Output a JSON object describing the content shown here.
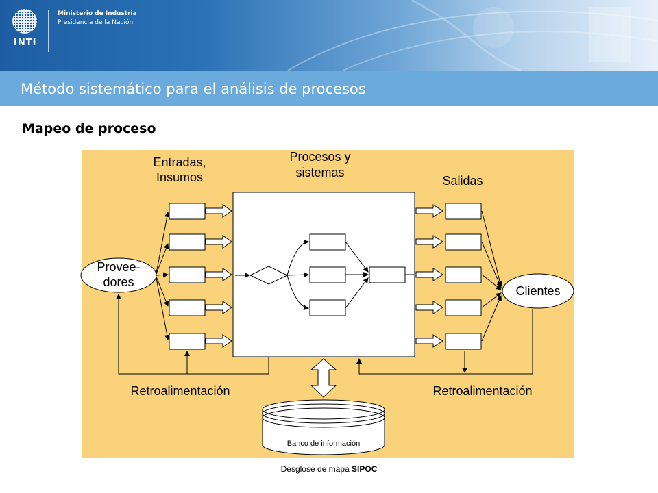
{
  "header": {
    "logo_text": "INTI",
    "org_line1": "Ministerio de Industria",
    "org_line2": "Presidencia de la Nación"
  },
  "page": {
    "title": "Método sistemático para el análisis de procesos",
    "subtitle": "Mapeo de proceso"
  },
  "diagram": {
    "entradas_line1": "Entradas,",
    "entradas_line2": "Insumos",
    "procesos_line1": "Procesos y",
    "procesos_line2": "sistemas",
    "salidas": "Salidas",
    "proveedores_line1": "Provee-",
    "proveedores_line2": "dores",
    "clientes": "Clientes",
    "retro_left": "Retroalimentación",
    "retro_right": "Retroalimentación",
    "banco": "Banco de información",
    "colors": {
      "background": "#f9d27a",
      "box": "#ffffff",
      "line": "#000000"
    }
  },
  "caption": {
    "prefix": "Desglose de mapa",
    "bold": "SIPOC"
  }
}
